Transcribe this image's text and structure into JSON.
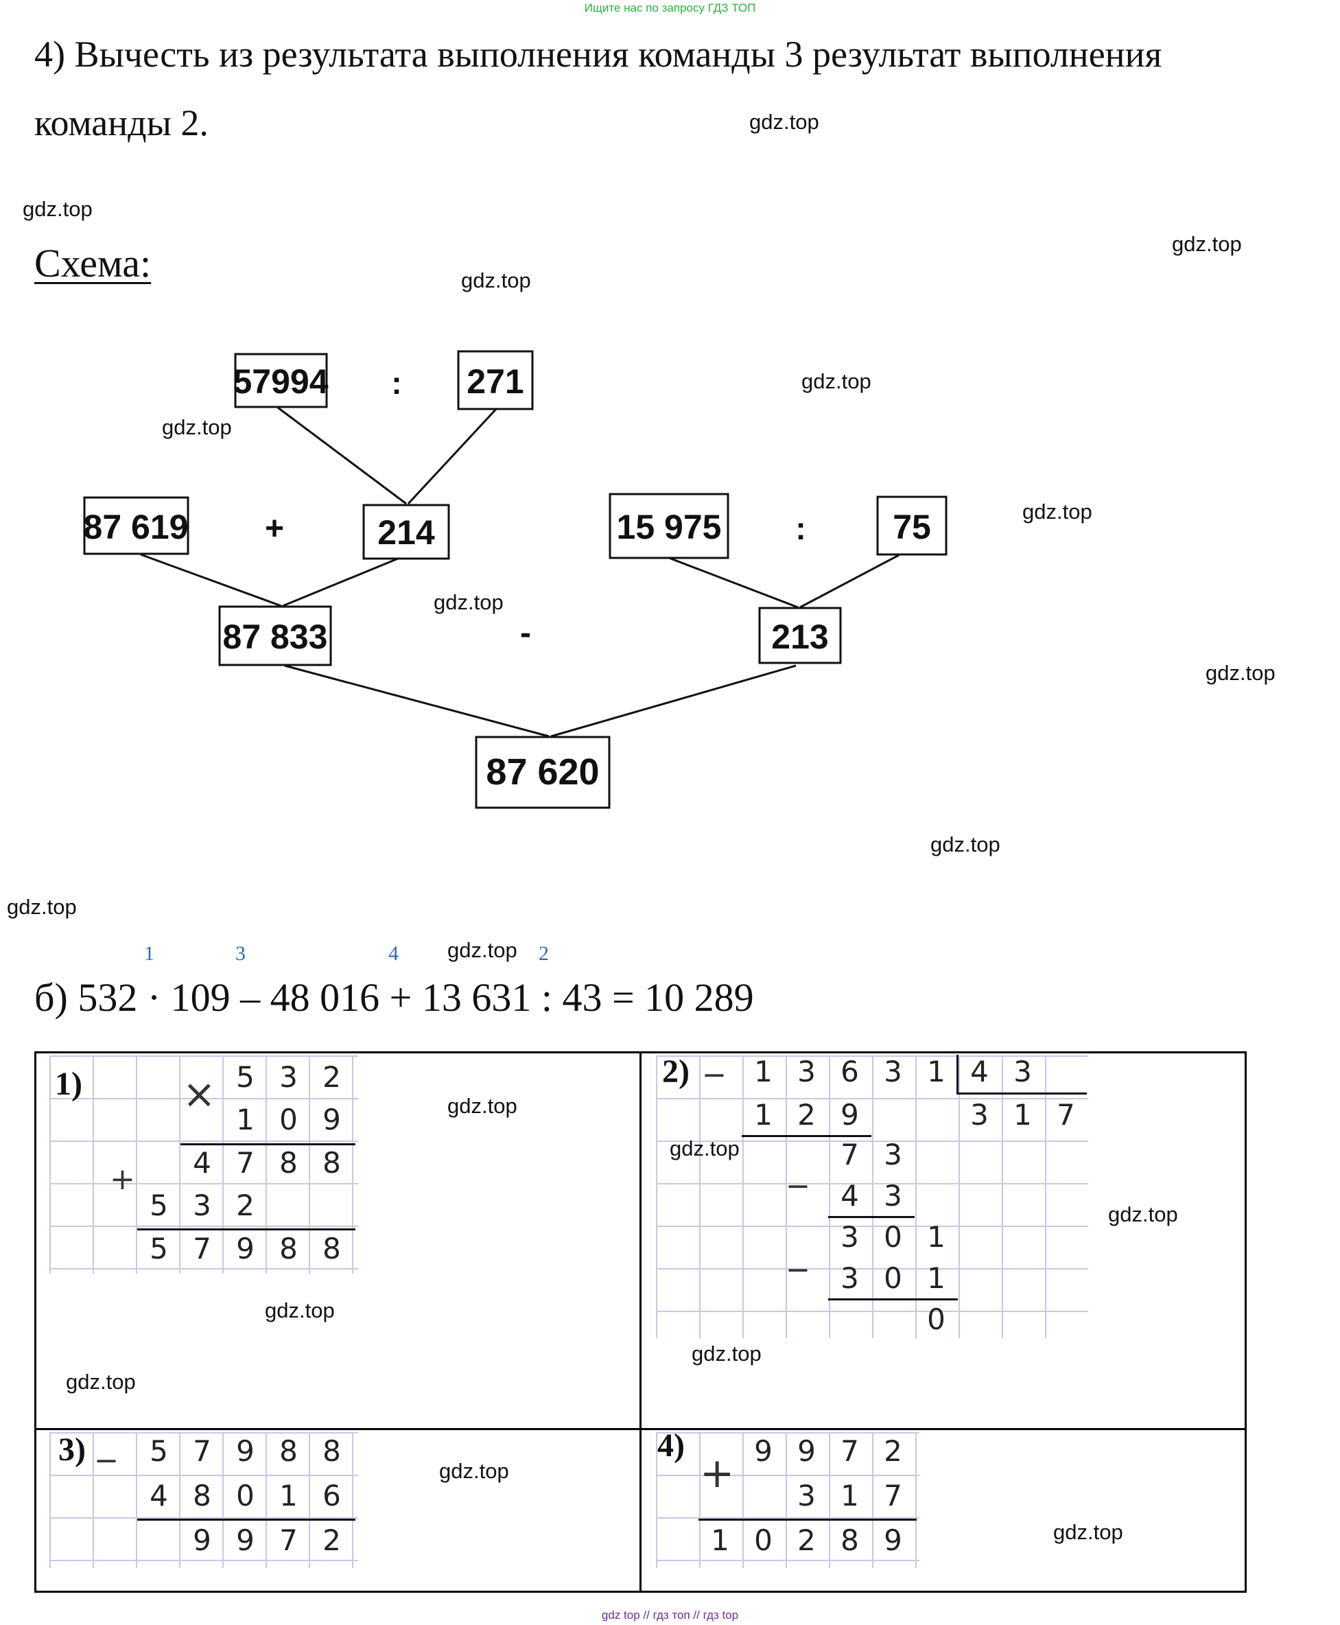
{
  "banner_top": "Ищите нас по запросу ГДЗ ТОП",
  "heading": {
    "line1": "4) Вычесть из результата выполнения команды 3 результат выполнения",
    "line2": "команды 2."
  },
  "watermark": "gdz.top",
  "schema": {
    "label": "Схема:",
    "boxes": {
      "a": "57994",
      "b": "271",
      "c": "87 619",
      "d": "214",
      "e": "15 975",
      "f": "75",
      "g": "87 833",
      "h": "213",
      "result": "87 620"
    },
    "ops": {
      "div1": ":",
      "plus": "+",
      "div2": ":",
      "minus": "-"
    }
  },
  "order_markers": [
    "1",
    "3",
    "4",
    "2"
  ],
  "expression": "б) 532 · 109 – 48 016 + 13 631 : 43 = 10 289",
  "calcs": {
    "step1": {
      "label": "1)",
      "op_mul": "×",
      "op_add": "+",
      "rows": [
        [
          "5",
          "3",
          "2"
        ],
        [
          "1",
          "0",
          "9"
        ],
        [
          "4",
          "7",
          "8",
          "8"
        ],
        [
          "5",
          "3",
          "2"
        ],
        [
          "5",
          "7",
          "9",
          "8",
          "8"
        ]
      ]
    },
    "step2": {
      "label": "2)",
      "op": "_",
      "dividend": [
        "1",
        "3",
        "6",
        "3",
        "1"
      ],
      "divisor": [
        "4",
        "3"
      ],
      "quotient": [
        "3",
        "1",
        "7"
      ],
      "rows": [
        [
          "1",
          "2",
          "9"
        ],
        [
          "7",
          "3"
        ],
        [
          "4",
          "3"
        ],
        [
          "3",
          "0",
          "1"
        ],
        [
          "3",
          "0",
          "1"
        ],
        [
          "0"
        ]
      ]
    },
    "step3": {
      "label": "3)",
      "op": "_",
      "rows": [
        [
          "5",
          "7",
          "9",
          "8",
          "8"
        ],
        [
          "4",
          "8",
          "0",
          "1",
          "6"
        ],
        [
          "9",
          "9",
          "7",
          "2"
        ]
      ]
    },
    "step4": {
      "label": "4)",
      "op": "+",
      "rows": [
        [
          "9",
          "9",
          "7",
          "2"
        ],
        [
          "3",
          "1",
          "7"
        ],
        [
          "1",
          "0",
          "2",
          "8",
          "9"
        ]
      ]
    }
  },
  "banner_bottom": "gdz top  //  гдз топ  //  гдз top"
}
